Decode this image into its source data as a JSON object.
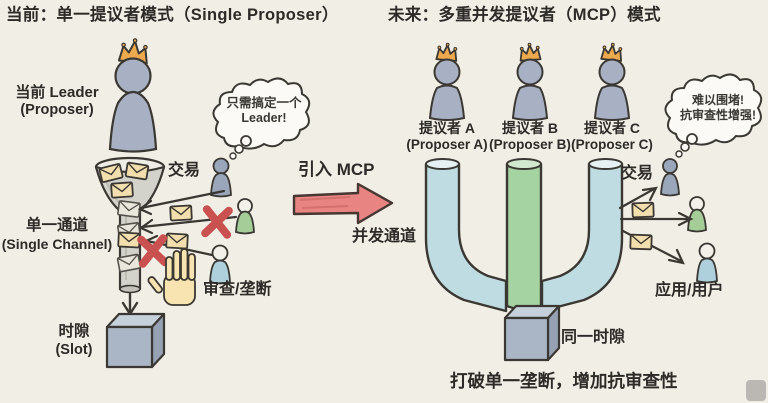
{
  "left": {
    "title": "当前：单一提议者模式（Single Proposer）",
    "leader_label_line1": "当前 Leader",
    "leader_label_line2": "(Proposer)",
    "thought_line1": "只需搞定一个",
    "thought_line2": "Leader!",
    "tx_label": "交易",
    "channel_label_line1": "单一通道",
    "channel_label_line2": "(Single Channel)",
    "censor_label": "审查/垄断",
    "slot_label_line1": "时隙",
    "slot_label_line2": "(Slot)"
  },
  "center": {
    "arrow_label": "引入 MCP",
    "channel_label": "并发通道"
  },
  "right": {
    "title": "未来：多重并发提议者（MCP）模式",
    "proposers": [
      {
        "cn": "提议者 A",
        "en": "(Proposer A)"
      },
      {
        "cn": "提议者 B",
        "en": "(Proposer B)"
      },
      {
        "cn": "提议者 C",
        "en": "(Proposer C)"
      }
    ],
    "thought_line1": "难以围堵!",
    "thought_line2": "抗审查性增强!",
    "tx_label": "交易",
    "users_label": "应用/用户",
    "slot_label": "同一时隙",
    "bottom_caption": "打破单一垄断，增加抗审查性"
  },
  "colors": {
    "background": "#f1eee6",
    "ink": "#3b3833",
    "crown": "#eca94e",
    "figure_gray": "#a7b1c3",
    "funnel": "#d3d3cc",
    "tube_blue": "#bfdce2",
    "tube_green": "#a6d3a2",
    "arrow_red": "#e88582",
    "x_red": "#c9514f",
    "envelope": "#f3dfae",
    "person_green": "#a4cd97",
    "person_blue": "#aed0dd",
    "hand": "#f7e4b0",
    "cube": "#aab6c6"
  }
}
